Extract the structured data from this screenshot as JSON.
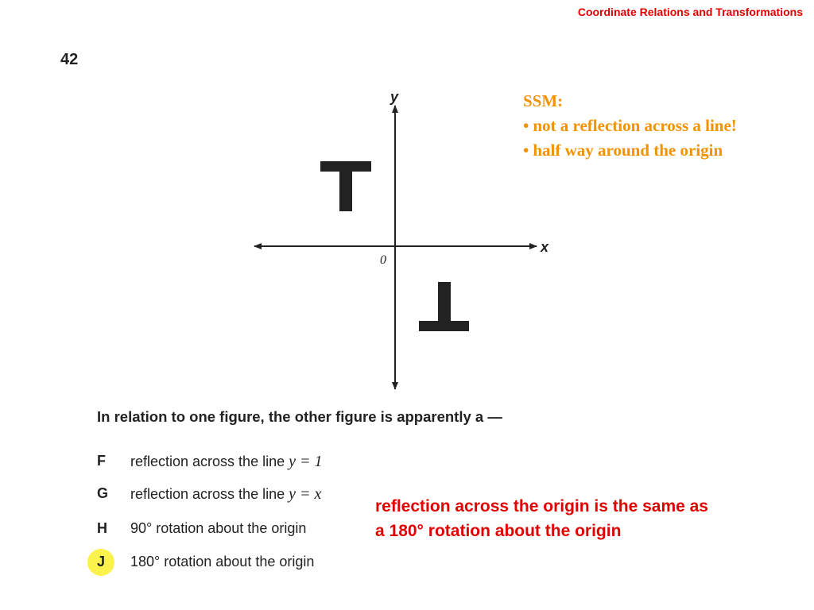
{
  "header": {
    "title": "Coordinate Relations and Transformations"
  },
  "question": {
    "number": "42",
    "prompt": "In relation to one figure, the other figure is apparently a —",
    "choices": [
      {
        "letter": "F",
        "text": "reflection across the line ",
        "math": "y = 1"
      },
      {
        "letter": "G",
        "text": "reflection across the line ",
        "math": "y = x"
      },
      {
        "letter": "H",
        "text": "90° rotation about the origin",
        "math": ""
      },
      {
        "letter": "J",
        "text": "180° rotation about the origin",
        "math": ""
      }
    ],
    "selected": "J",
    "highlight_color": "#fbf24c"
  },
  "graph": {
    "x_label": "x",
    "y_label": "y",
    "origin_label": "0",
    "figures": [
      {
        "name": "T",
        "quadrant": "II",
        "orientation": "upright"
      },
      {
        "name": "T",
        "quadrant": "IV",
        "orientation": "upside-down"
      }
    ]
  },
  "ssm": {
    "title": "SSM:",
    "bullets": [
      "not a reflection across a line!",
      "half way around the origin"
    ],
    "color": "#f39200"
  },
  "explanation": {
    "line1": "reflection across the origin is the same as",
    "line2": "a 180° rotation about the origin",
    "color": "#e00000"
  }
}
